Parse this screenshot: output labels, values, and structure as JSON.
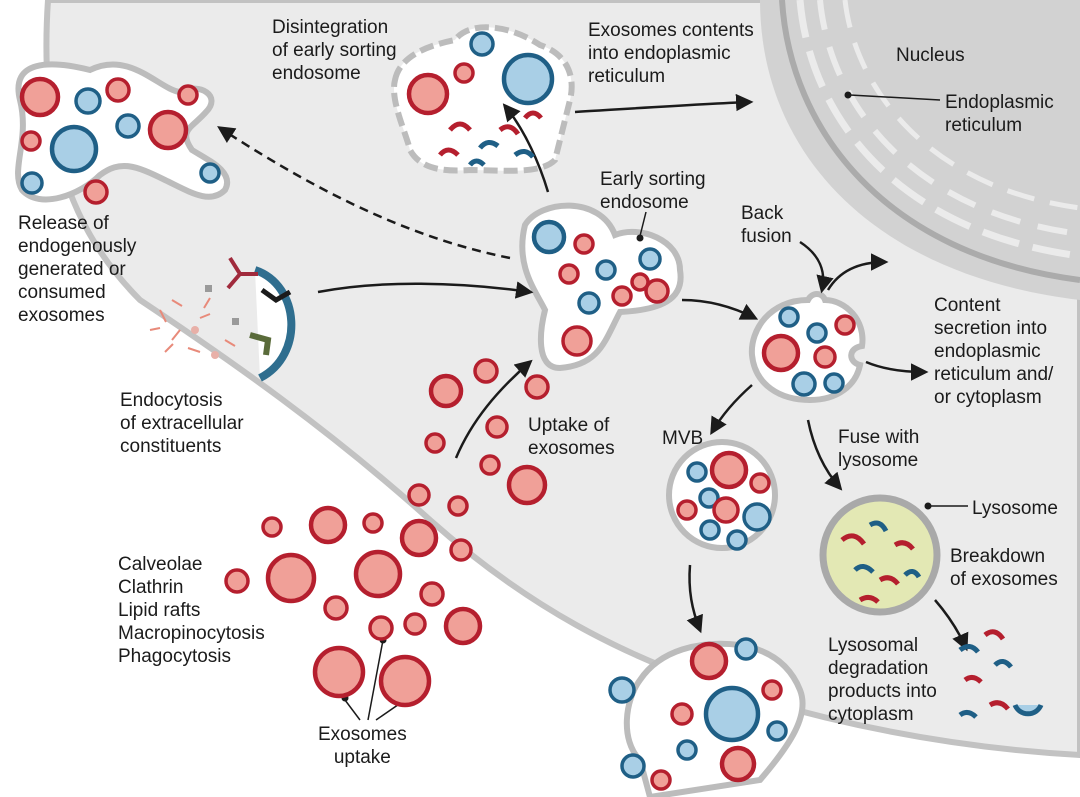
{
  "labels": {
    "disintegration": "Disintegration\nof early sorting\nendosome",
    "exosomes_contents": "Exosomes contents\ninto endoplasmic\nreticulum",
    "nucleus": "Nucleus",
    "endoplasmic_reticulum": "Endoplasmic\nreticulum",
    "release": "Release of\nendogenously\ngenerated or\nconsumed\nexosomes",
    "early_sorting": "Early sorting\nendosome",
    "back_fusion": "Back\nfusion",
    "content_secretion": "Content\nsecretion into\nendoplasmic\nreticulum and/\nor cytoplasm",
    "endocytosis": "Endocytosis\nof extracellular\nconstituents",
    "uptake": "Uptake of\nexosomes",
    "mvb": "MVB",
    "fuse_lysosome": "Fuse with\nlysosome",
    "lysosome": "Lysosome",
    "breakdown": "Breakdown\nof exosomes",
    "uptake_routes": "Calveolae\nClathrin\nLipid rafts\nMacropinocytosis\nPhagocytosis",
    "lysosomal_products": "Lysosomal\ndegradation\nproducts into\ncytoplasm",
    "exosomes_uptake": "Exosomes\nuptake"
  },
  "colors": {
    "cytoplasm": "#ebebeb",
    "membrane": "#bdbdbd",
    "nucleus": "#d2d2d2",
    "red_outline": "#b51f2e",
    "red_fill": "#f0a098",
    "blue_outline": "#1f5f86",
    "blue_fill": "#a9cfe6",
    "lysosome_fill": "#e3e8b4",
    "text": "#1b1b1b"
  }
}
